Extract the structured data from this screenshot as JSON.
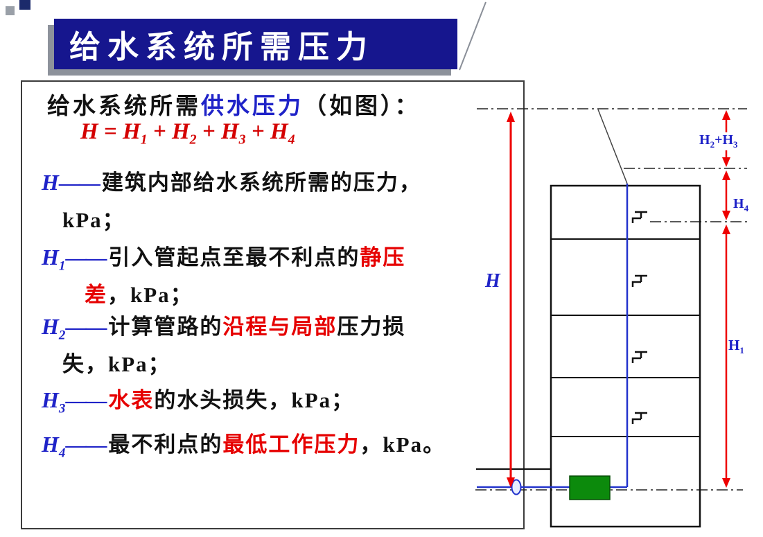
{
  "slide": {
    "title": "给水系统所需压力"
  },
  "intro": {
    "segments": [
      {
        "text": "给水系统所需",
        "color": "black"
      },
      {
        "text": "供水压力",
        "color": "blue"
      },
      {
        "text": "（如图）：",
        "color": "black"
      }
    ]
  },
  "formula": {
    "lhs": "H",
    "equals": "=",
    "plus": "+",
    "terms": [
      {
        "base": "H",
        "sub": "1"
      },
      {
        "base": "H",
        "sub": "2"
      },
      {
        "base": "H",
        "sub": "3"
      },
      {
        "base": "H",
        "sub": "4"
      }
    ]
  },
  "definitions": [
    {
      "var_base": "H",
      "var_sub": "",
      "dash": "——",
      "line1": [
        {
          "text": "建筑内部给水系统所需的压力，",
          "color": "black"
        }
      ],
      "line2": [
        {
          "text": "kPa；",
          "color": "black"
        }
      ]
    },
    {
      "var_base": "H",
      "var_sub": "1",
      "dash": "——",
      "line1": [
        {
          "text": "引入管起点至最不利点的",
          "color": "black"
        },
        {
          "text": "静压",
          "color": "red"
        }
      ],
      "line2": [
        {
          "text": "差",
          "color": "red"
        },
        {
          "text": "，kPa；",
          "color": "black"
        }
      ]
    },
    {
      "var_base": "H",
      "var_sub": "2",
      "dash": "——",
      "line1": [
        {
          "text": "计算管路的",
          "color": "black"
        },
        {
          "text": "沿程与局部",
          "color": "red"
        },
        {
          "text": "压力损",
          "color": "black"
        }
      ],
      "line2": [
        {
          "text": "失，kPa；",
          "color": "black"
        }
      ]
    },
    {
      "var_base": "H",
      "var_sub": "3",
      "dash": "——",
      "line1": [
        {
          "text": "水表",
          "color": "red"
        },
        {
          "text": "的水头损失，kPa；",
          "color": "black"
        }
      ]
    },
    {
      "var_base": "H",
      "var_sub": "4",
      "dash": "——",
      "line1": [
        {
          "text": "最不利点的",
          "color": "black"
        },
        {
          "text": "最低工作压力",
          "color": "red"
        },
        {
          "text": "，kPa。",
          "color": "black"
        }
      ]
    }
  ],
  "diagram": {
    "dim_h": "H",
    "dim_h23": {
      "b1": "H",
      "s1": "2",
      "plus": "+",
      "b2": "H",
      "s2": "3"
    },
    "dim_h4": {
      "base": "H",
      "sub": "4"
    },
    "dim_h1": {
      "base": "H",
      "sub": "1"
    }
  },
  "palette": {
    "title_bg": "#16168e",
    "title_shadow": "#8d929b",
    "text_blue": "#1f23c8",
    "text_red": "#e60000",
    "formula_red": "#d40000",
    "arrow_red": "#ee0000",
    "pipe_blue": "#2233cc",
    "meter_green": "#0c8a0c"
  }
}
